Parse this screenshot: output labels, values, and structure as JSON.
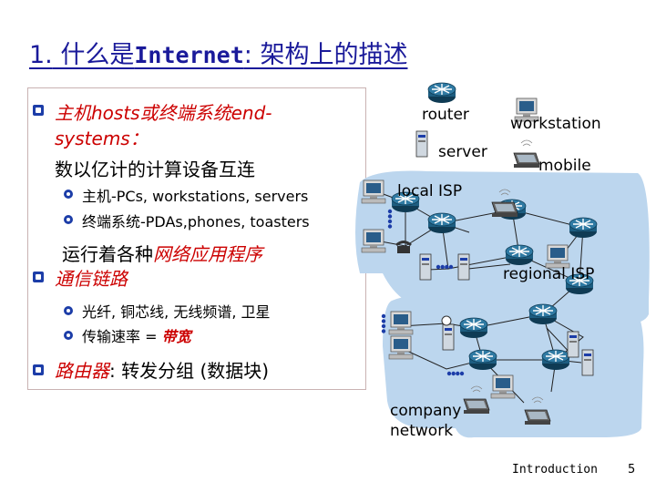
{
  "title": {
    "number": "1.",
    "prefix": " 什么是",
    "keyword": "Internet",
    "suffix": ": 架构上的描述"
  },
  "bullets": {
    "hosts_line1": "主机hosts或终端系统end-",
    "hosts_line2": "systems：",
    "hosts_line3": "数以亿计的计算设备互连",
    "sub1": "主机-PCs, workstations, servers",
    "sub2": "终端系统-PDAs,phones, toasters",
    "apps_prefix": "运行着各种",
    "apps_highlight": "网络应用程序",
    "links": "通信链路",
    "sub3": "光纤, 铜芯线, 无线频谱, 卫星",
    "sub4_prefix": "传输速率 = ",
    "sub4_highlight": "带宽",
    "router_highlight": "路由器",
    "router_rest": ": 转发分组 (数据块)"
  },
  "legend": {
    "router": "router",
    "workstation": "workstation",
    "server": "server",
    "mobile": "mobile"
  },
  "network_labels": {
    "local_isp": "local ISP",
    "regional_isp": "regional ISP",
    "company_line1": "company",
    "company_line2": "network"
  },
  "footer": {
    "text": "Introduction",
    "page": "5"
  },
  "colors": {
    "title": "#1a1a9a",
    "accent": "#cc0000",
    "bullet": "#1c3da8",
    "region_fill": "#bcd6ee",
    "router_fill": "#1d5d80"
  }
}
